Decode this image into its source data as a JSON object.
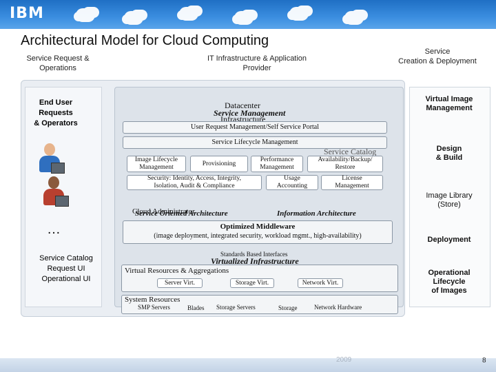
{
  "logo": "IBM",
  "title": "Architectural Model for Cloud Computing",
  "headers": {
    "left": "Service Request &\nOperations",
    "center": "IT Infrastructure & Application\nProvider",
    "right": "Service\nCreation & Deployment"
  },
  "left_column": {
    "top": "End User\nRequests\n& Operators",
    "ellipsis": "…",
    "bottom": "Service Catalog\nRequest UI\nOperational UI"
  },
  "middle": {
    "datacenter": "Datacenter",
    "service_management": "Service Management",
    "infrastructure": "Infrastructure",
    "user_request_portal": "User Request Management/Self Service Portal",
    "service_lifecycle": "Service Lifecycle Management",
    "service_catalog": "Service Catalog",
    "image_lifecycle": "Image Lifecycle\nManagement",
    "provisioning": "Provisioning",
    "performance": "Performance\nManagement",
    "availability": "Availability/Backup/\nRestore",
    "security": "Security: Identity, Access, Integrity,\nIsolation, Audit & Compliance",
    "usage": "Usage\nAccounting",
    "license": "License\nManagement",
    "cloud_administrator": "Cloud Administrator",
    "service_oriented_arch": "Service Oriented Architecture",
    "information_arch": "Information Architecture",
    "optimized_middleware": "Optimized Middleware",
    "middleware_detail": "(image deployment, integrated security, workload mgmt., high-availability)",
    "standards_interfaces": "Standards Based Interfaces",
    "virtualized_infra": "Virtualized Infrastructure",
    "virtual_resources": "Virtual Resources & Aggregations",
    "server_virt": "Server Virt.",
    "storage_virt": "Storage Virt.",
    "network_virt": "Network Virt.",
    "system_resources": "System Resources",
    "smp_servers": "SMP Servers",
    "blades": "Blades",
    "storage_servers": "Storage Servers",
    "storage": "Storage",
    "network_hardware": "Network Hardware"
  },
  "right_column": {
    "virtual_image_mgmt": "Virtual Image\nManagement",
    "design_build": "Design\n& Build",
    "image_library": "Image Library\n(Store)",
    "deployment": "Deployment",
    "operational_lifecycle": "Operational\nLifecycle\nof Images"
  },
  "footer": {
    "date": "2009",
    "page_number": "8"
  },
  "colors": {
    "top_bar": "#2f7fd3",
    "panel": "#dde3ea",
    "box_border": "#8a96a4"
  }
}
